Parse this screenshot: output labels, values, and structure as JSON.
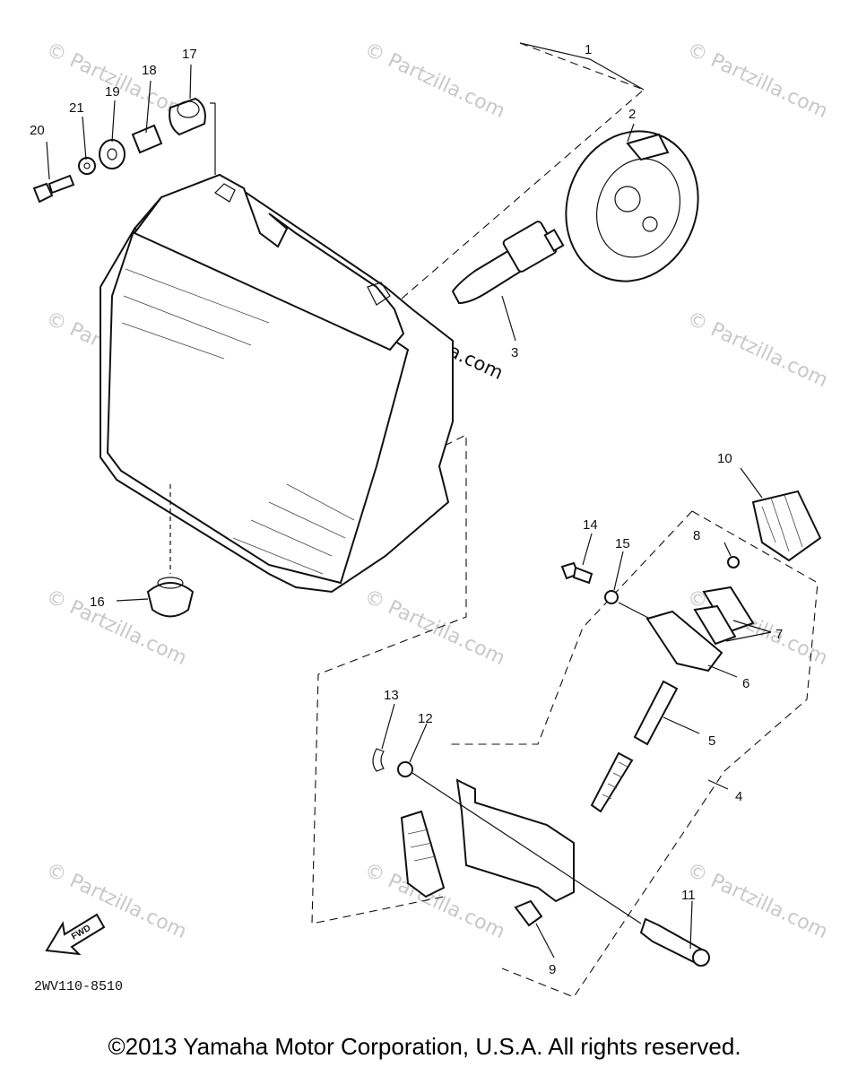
{
  "diagram": {
    "callouts": {
      "c1": "1",
      "c2": "2",
      "c3": "3",
      "c4": "4",
      "c5": "5",
      "c6": "6",
      "c7": "7",
      "c8": "8",
      "c9": "9",
      "c10": "10",
      "c11": "11",
      "c12": "12",
      "c13": "13",
      "c14": "14",
      "c15": "15",
      "c16": "16",
      "c17": "17",
      "c18": "18",
      "c19": "19",
      "c20": "20",
      "c21": "21"
    },
    "part_code": "2WV110-8510",
    "fwd_label": "FWD",
    "watermark": "© Partzilla.com"
  },
  "footer": {
    "copyright": "©2013 Yamaha Motor Corporation, U.S.A. All rights reserved."
  },
  "colors": {
    "line": "#111111",
    "watermark": "#c8c8c8",
    "background": "#ffffff"
  }
}
